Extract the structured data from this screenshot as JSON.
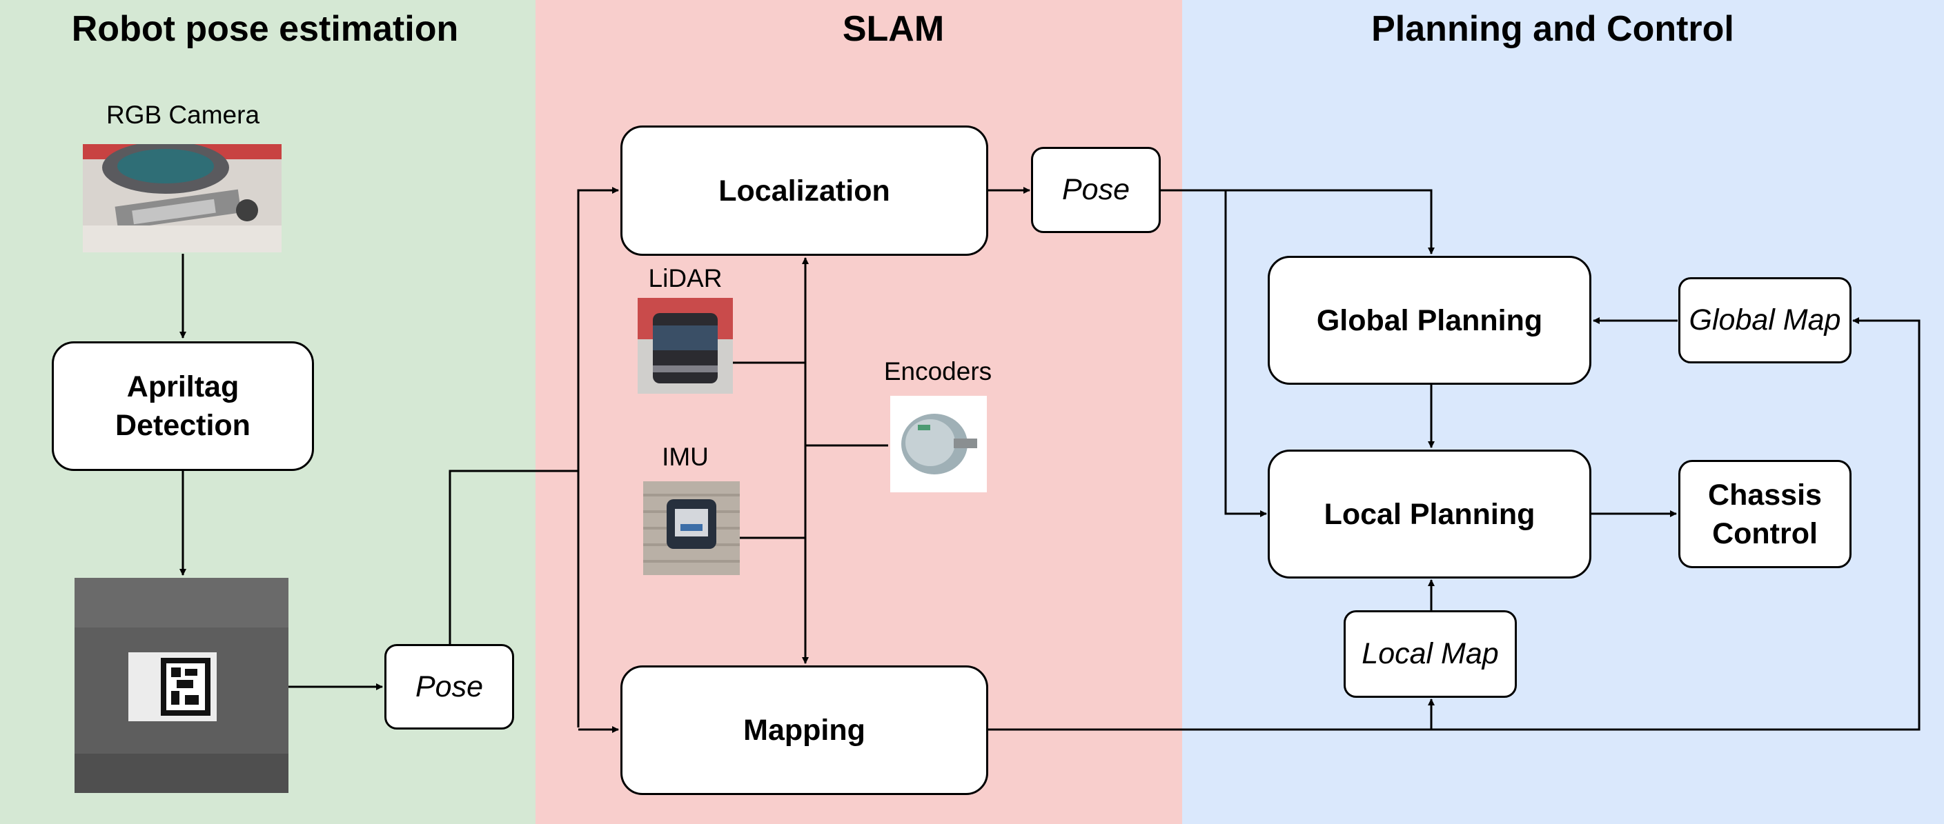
{
  "panels": {
    "pose": {
      "title": "Robot pose estimation",
      "color": "#d5e8d4"
    },
    "slam": {
      "title": "SLAM",
      "color": "#f8cecc"
    },
    "planning": {
      "title": "Planning and Control",
      "color": "#dae8fc"
    }
  },
  "sensors": {
    "rgb_camera": "RGB Camera",
    "lidar": "LiDAR",
    "encoders": "Encoders",
    "imu": "IMU"
  },
  "nodes": {
    "apriltag_detection": "Apriltag Detection",
    "pose_left": "Pose",
    "localization": "Localization",
    "mapping": "Mapping",
    "pose_top": "Pose",
    "global_planning": "Global Planning",
    "local_planning": "Local Planning",
    "chassis_control": "Chassis Control",
    "global_map": "Global Map",
    "local_map": "Local Map"
  }
}
